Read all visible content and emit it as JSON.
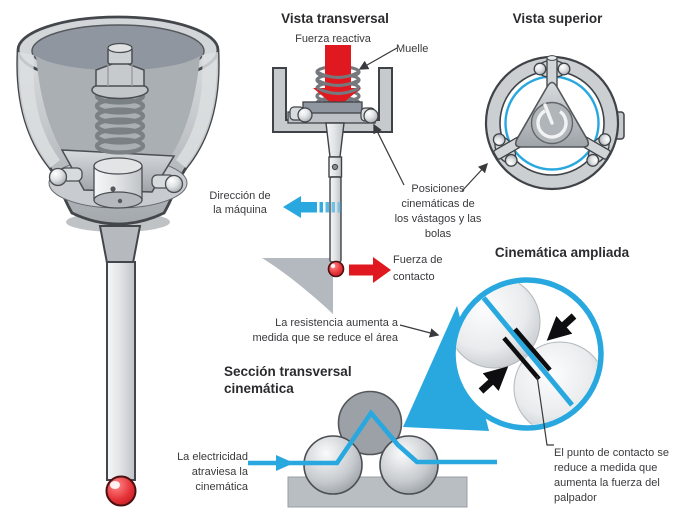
{
  "colors": {
    "accent_blue": "#29A8DF",
    "accent_red": "#E0181F",
    "text": "#3A3A3E",
    "metal_light": "#D6D9DC",
    "metal_mid": "#B9BEC3",
    "metal_dark": "#8F949A",
    "outline": "#3F4347"
  },
  "headings": {
    "cross_section_view": "Vista transversal",
    "top_view": "Vista superior",
    "kinematics_enlarged": "Cinemática ampliada",
    "kinematic_cross_section_lines": [
      "Sección transversal",
      "cinemática"
    ]
  },
  "labels": {
    "reactive_force": "Fuerza reactiva",
    "spring": "Muelle",
    "machine_direction_lines": [
      "Dirección de",
      "la máquina"
    ],
    "kinematic_positions_lines": [
      "Posiciones",
      "cinemáticas de",
      "los vástagos y las",
      "bolas"
    ],
    "contact_force_lines": [
      "Fuerza de",
      "contacto"
    ],
    "resistance_lines": [
      "La resistencia aumenta a",
      "medida que se reduce el área"
    ],
    "electricity_lines": [
      "La electricidad",
      "atraviesa la",
      "cinemática"
    ],
    "contact_point_lines": [
      "El punto de contacto se",
      "reduce a medida que",
      "aumenta la fuerza del",
      "palpador"
    ]
  }
}
